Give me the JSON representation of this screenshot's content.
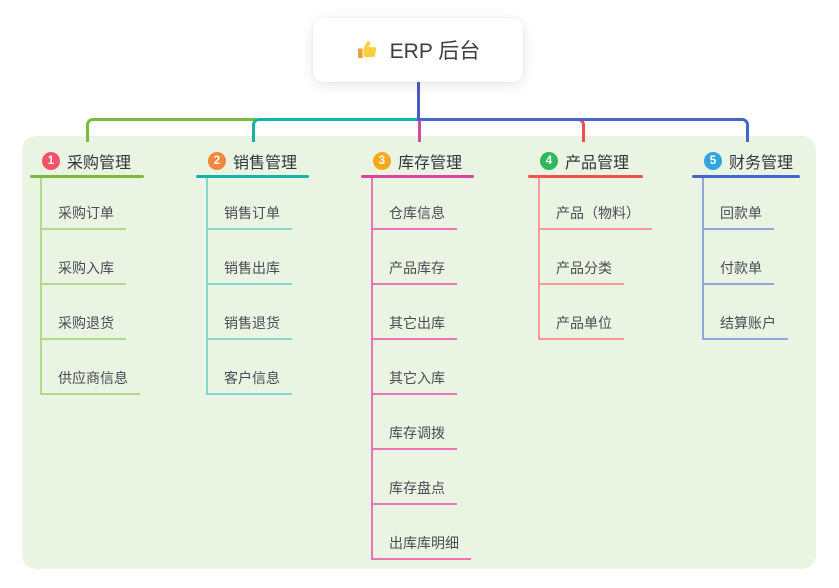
{
  "root": {
    "label": "ERP 后台",
    "icon": "thumbs-up-icon",
    "card_color": "#ffffff",
    "text_color": "#3b3e48"
  },
  "canvas": {
    "background": "#ffffff",
    "panel_color": "#e9f5e2"
  },
  "connectors": {
    "root_line": "#4c5cc6"
  },
  "branches": [
    {
      "index": "1",
      "label": "采购管理",
      "colors": {
        "main": "#7cba3d",
        "light": "#b3d98b",
        "badge": "#f5536a"
      },
      "children": [
        "采购订单",
        "采购入库",
        "采购退货",
        "供应商信息"
      ]
    },
    {
      "index": "2",
      "label": "销售管理",
      "colors": {
        "main": "#14b3a9",
        "light": "#85d7d0",
        "badge": "#f6863d"
      },
      "children": [
        "销售订单",
        "销售出库",
        "销售退货",
        "客户信息"
      ]
    },
    {
      "index": "3",
      "label": "库存管理",
      "colors": {
        "main": "#d6479e",
        "light": "#ec74b6",
        "badge": "#f6a81f"
      },
      "children": [
        "仓库信息",
        "产品库存",
        "其它出库",
        "其它入库",
        "库存调拨",
        "库存盘点",
        "出库库明细"
      ]
    },
    {
      "index": "4",
      "label": "产品管理",
      "colors": {
        "main": "#f2514e",
        "light": "#f79b98",
        "badge": "#2db85b"
      },
      "children": [
        "产品（物料）",
        "产品分类",
        "产品单位"
      ]
    },
    {
      "index": "5",
      "label": "财务管理",
      "colors": {
        "main": "#4466c9",
        "light": "#92a5dc",
        "badge": "#2fa6df"
      },
      "children": [
        "回款单",
        "付款单",
        "结算账户"
      ]
    }
  ]
}
